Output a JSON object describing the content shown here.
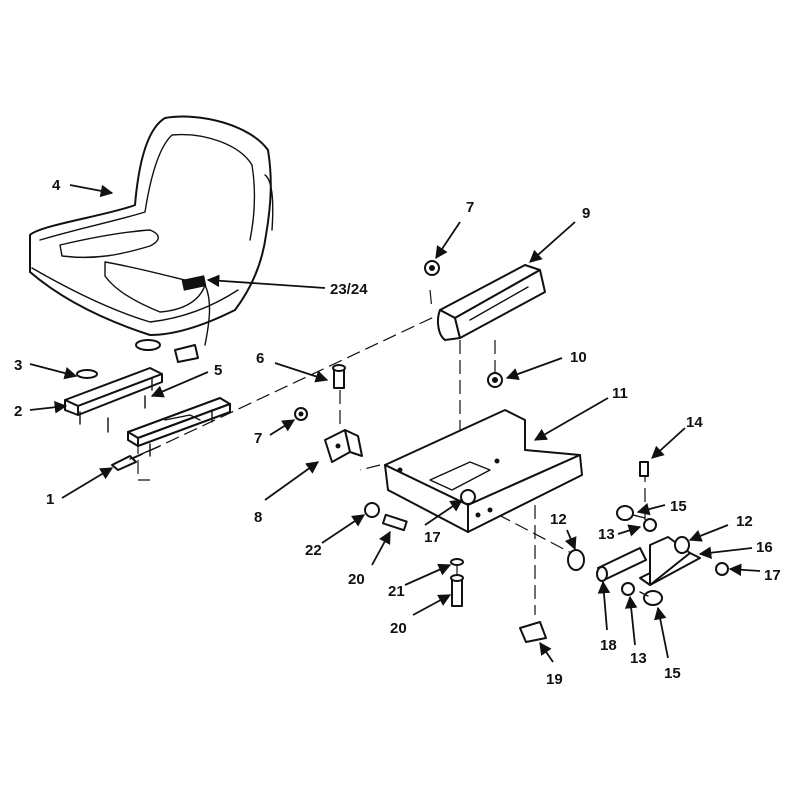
{
  "diagram": {
    "callouts": [
      {
        "id": "c4",
        "text": "4"
      },
      {
        "id": "c23",
        "text": "23/24"
      },
      {
        "id": "c3",
        "text": "3"
      },
      {
        "id": "c2",
        "text": "2"
      },
      {
        "id": "c5",
        "text": "5"
      },
      {
        "id": "c1",
        "text": "1"
      },
      {
        "id": "c6",
        "text": "6"
      },
      {
        "id": "c7a",
        "text": "7"
      },
      {
        "id": "c8",
        "text": "8"
      },
      {
        "id": "c7b",
        "text": "7"
      },
      {
        "id": "c9",
        "text": "9"
      },
      {
        "id": "c10",
        "text": "10"
      },
      {
        "id": "c11",
        "text": "11"
      },
      {
        "id": "c14",
        "text": "14"
      },
      {
        "id": "c15a",
        "text": "15"
      },
      {
        "id": "c13a",
        "text": "13"
      },
      {
        "id": "c12a",
        "text": "12"
      },
      {
        "id": "c12b",
        "text": "12"
      },
      {
        "id": "c16",
        "text": "16"
      },
      {
        "id": "c17b",
        "text": "17"
      },
      {
        "id": "c17a",
        "text": "17"
      },
      {
        "id": "c22",
        "text": "22"
      },
      {
        "id": "c20a",
        "text": "20"
      },
      {
        "id": "c21",
        "text": "21"
      },
      {
        "id": "c20b",
        "text": "20"
      },
      {
        "id": "c18",
        "text": "18"
      },
      {
        "id": "c13b",
        "text": "13"
      },
      {
        "id": "c15b",
        "text": "15"
      },
      {
        "id": "c19",
        "text": "19"
      }
    ]
  }
}
